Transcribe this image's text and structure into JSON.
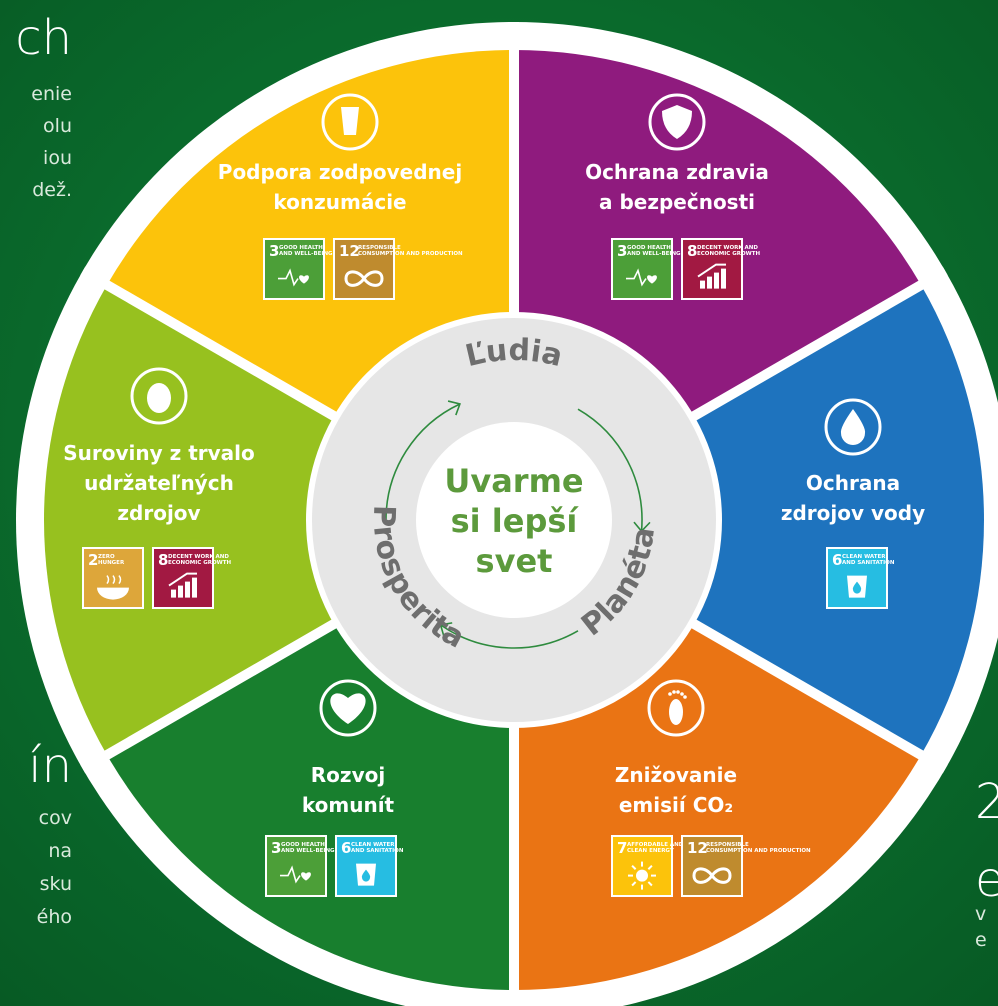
{
  "background_color": "#0a6a2c",
  "left_top": {
    "heading": "ch",
    "lines": [
      "enie",
      "olu",
      "iou",
      "dež."
    ]
  },
  "left_bottom": {
    "heading": "ín",
    "lines": [
      "cov",
      "na",
      "sku",
      "ého"
    ]
  },
  "right_bottom": {
    "heading_1": "2",
    "heading_2": "e",
    "line": "v",
    "line_2": "e"
  },
  "center": {
    "line1": "Uvarme",
    "line2": "si lepší",
    "line3": "svet",
    "color": "#5c9a3c"
  },
  "ring_labels": {
    "top": "Ľudia",
    "right": "Planéta",
    "left": "Prosperita"
  },
  "segments": [
    {
      "id": "zodpovedna-konzumacia",
      "color": "#fcc30b",
      "icon": "glass-icon",
      "title_lines": [
        "Podpora zodpovednej",
        "konzumácie"
      ],
      "sdgs": [
        {
          "num": "3",
          "label1": "GOOD HEALTH",
          "label2": "AND WELL-BEING",
          "color": "#4c9f38",
          "icon": "heartbeat-icon"
        },
        {
          "num": "12",
          "label1": "RESPONSIBLE",
          "label2": "CONSUMPTION AND PRODUCTION",
          "color": "#bf8b2e",
          "icon": "infinity-icon"
        }
      ]
    },
    {
      "id": "ochrana-zdravia",
      "color": "#8f1b7e",
      "icon": "shield-icon",
      "title_lines": [
        "Ochrana zdravia",
        "a bezpečnosti"
      ],
      "sdgs": [
        {
          "num": "3",
          "label1": "GOOD HEALTH",
          "label2": "AND WELL-BEING",
          "color": "#4c9f38",
          "icon": "heartbeat-icon"
        },
        {
          "num": "8",
          "label1": "DECENT WORK AND",
          "label2": "ECONOMIC GROWTH",
          "color": "#a21942",
          "icon": "growth-chart-icon"
        }
      ]
    },
    {
      "id": "ochrana-vody",
      "color": "#1e73be",
      "icon": "water-drop-icon",
      "title_lines": [
        "Ochrana",
        "zdrojov vody"
      ],
      "sdgs": [
        {
          "num": "6",
          "label1": "CLEAN WATER",
          "label2": "AND SANITATION",
          "color": "#26bde2",
          "icon": "water-glass-icon"
        }
      ]
    },
    {
      "id": "znizovanie-emisii",
      "color": "#ea7414",
      "icon": "footprint-icon",
      "title_lines": [
        "Znižovanie",
        "emisií CO₂"
      ],
      "sdgs": [
        {
          "num": "7",
          "label1": "AFFORDABLE AND",
          "label2": "CLEAN ENERGY",
          "color": "#fcc30b",
          "icon": "sun-icon"
        },
        {
          "num": "12",
          "label1": "RESPONSIBLE",
          "label2": "CONSUMPTION AND PRODUCTION",
          "color": "#bf8b2e",
          "icon": "infinity-icon"
        }
      ]
    },
    {
      "id": "rozvoj-komunit",
      "color": "#187f2e",
      "icon": "handshake-icon",
      "title_lines": [
        "Rozvoj",
        "komunít"
      ],
      "sdgs": [
        {
          "num": "3",
          "label1": "GOOD HEALTH",
          "label2": "AND WELL-BEING",
          "color": "#4c9f38",
          "icon": "heartbeat-icon"
        },
        {
          "num": "6",
          "label1": "CLEAN WATER",
          "label2": "AND SANITATION",
          "color": "#26bde2",
          "icon": "water-glass-icon"
        }
      ]
    },
    {
      "id": "suroviny",
      "color": "#97c11f",
      "icon": "hop-icon",
      "title_lines": [
        "Suroviny z trvalo",
        "udržateľných",
        "zdrojov"
      ],
      "sdgs": [
        {
          "num": "2",
          "label1": "ZERO",
          "label2": "HUNGER",
          "color": "#dda63a",
          "icon": "bowl-icon"
        },
        {
          "num": "8",
          "label1": "DECENT WORK AND",
          "label2": "ECONOMIC GROWTH",
          "color": "#a21942",
          "icon": "growth-chart-icon"
        }
      ]
    }
  ]
}
